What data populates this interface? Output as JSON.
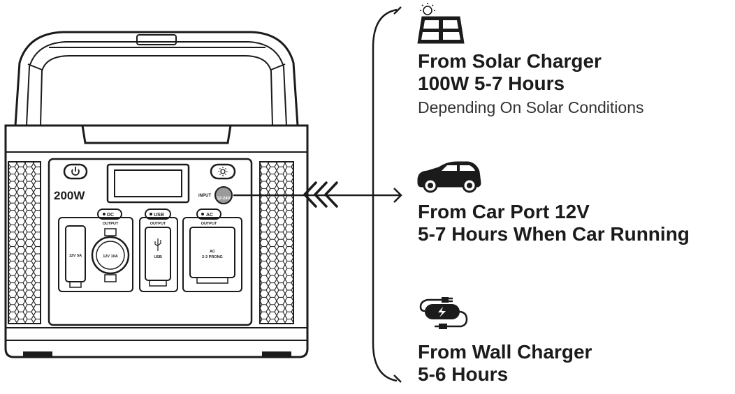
{
  "device": {
    "wattage": "200W",
    "input_label": "INPUT",
    "input_port_label": "12-24V",
    "dc_label": "DC",
    "usb_label": "USB",
    "ac_label": "AC",
    "output_label": "OUTPUT",
    "port_12v5a": "12V 5A",
    "port_12v10a": "12V 10A",
    "port_usb": "USB",
    "port_ac_line1": "AC",
    "port_ac_line2": "2-3 PRONG"
  },
  "charging_options": [
    {
      "title": "From Solar Charger",
      "line2": "100W 5-7 Hours",
      "note": "Depending On Solar Conditions",
      "icon": "solar-panel-icon"
    },
    {
      "title": "From Car Port 12V",
      "line2": "5-7 Hours When Car Running",
      "icon": "car-icon"
    },
    {
      "title": "From Wall Charger",
      "line2": "5-6 Hours",
      "icon": "wall-charger-icon"
    }
  ],
  "colors": {
    "ink": "#1b1b1b",
    "background": "#ffffff"
  }
}
